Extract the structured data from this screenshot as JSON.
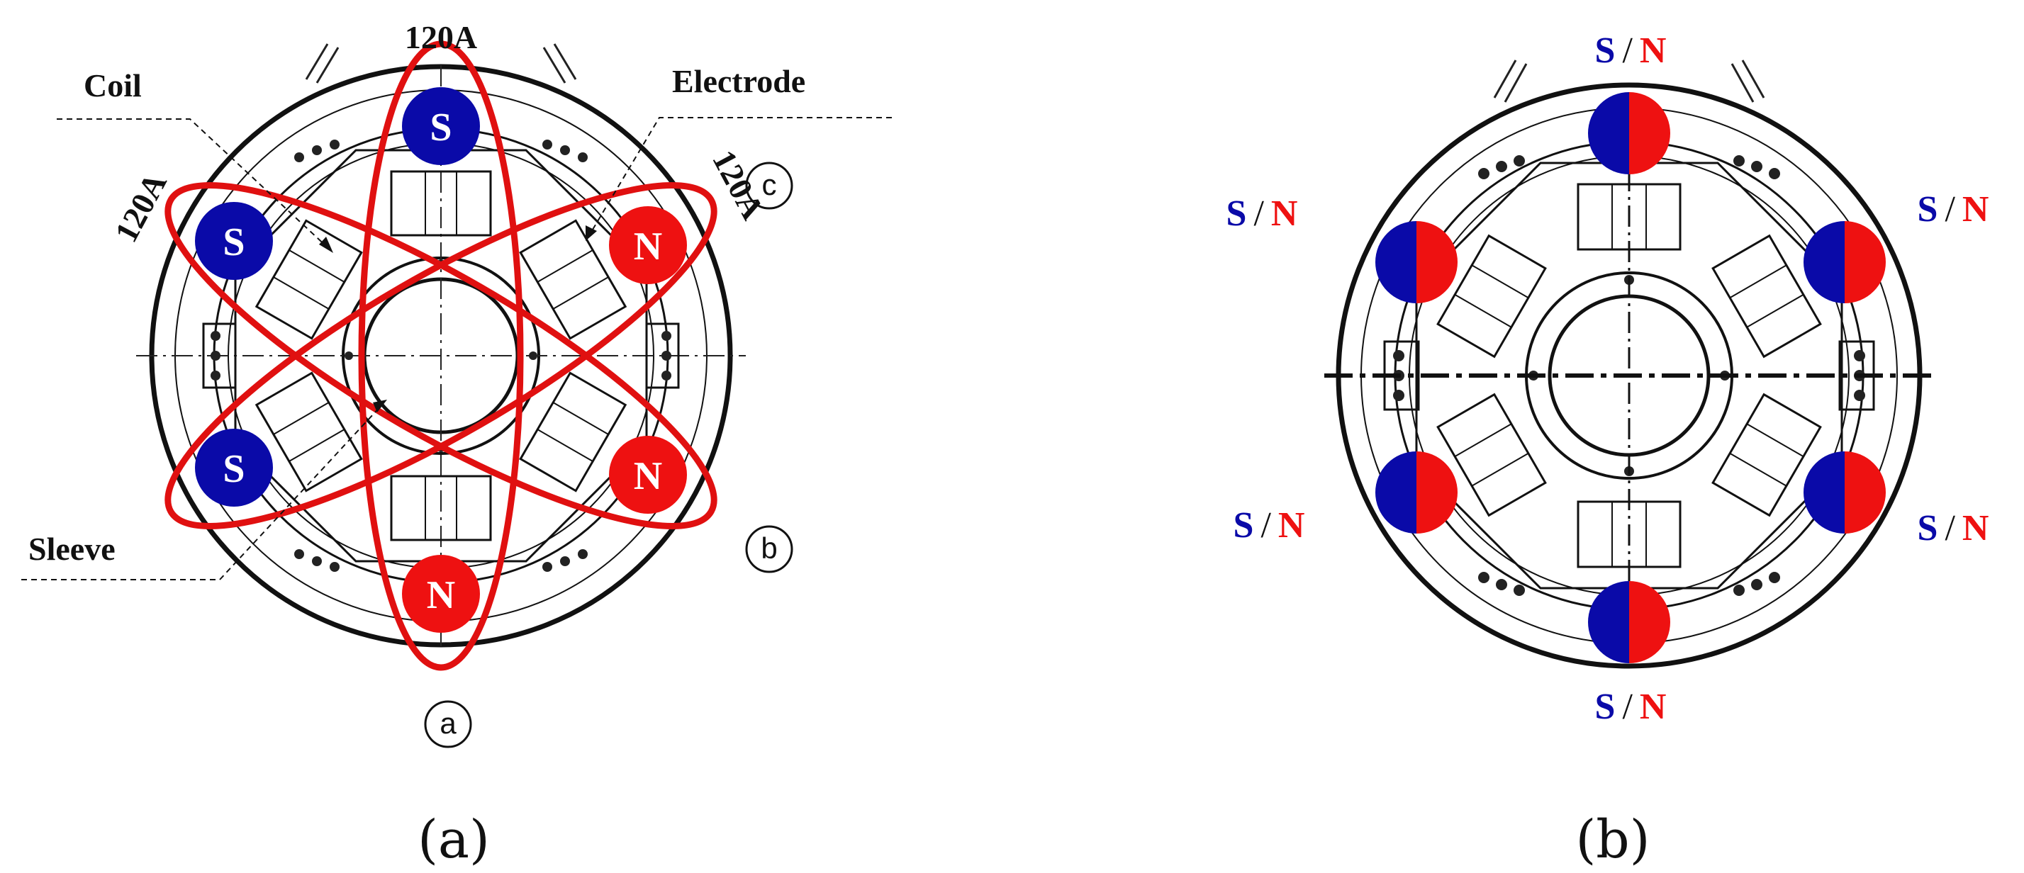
{
  "panel_a": {
    "caption": "(a)",
    "current_top": "120A",
    "current_left": "120A",
    "current_right": "120A",
    "label_coil": "Coil",
    "label_electrode": "Electrode",
    "label_sleeve": "Sleeve",
    "marker_a": "a",
    "marker_b": "b",
    "marker_c": "c",
    "poles": [
      {
        "id": "top",
        "letter": "S",
        "color": "#0a0aa8"
      },
      {
        "id": "upper-left",
        "letter": "S",
        "color": "#0a0aa8"
      },
      {
        "id": "lower-left",
        "letter": "S",
        "color": "#0a0aa8"
      },
      {
        "id": "upper-right",
        "letter": "N",
        "color": "#ee1111"
      },
      {
        "id": "lower-right",
        "letter": "N",
        "color": "#ee1111"
      },
      {
        "id": "bottom",
        "letter": "N",
        "color": "#ee1111"
      }
    ],
    "coil_color": "#e01010"
  },
  "panel_b": {
    "caption": "(b)",
    "pole_label_s": "S",
    "pole_label_sep": "/",
    "pole_label_n": "N",
    "color_s": "#0a0aa8",
    "color_n": "#ee1111"
  }
}
